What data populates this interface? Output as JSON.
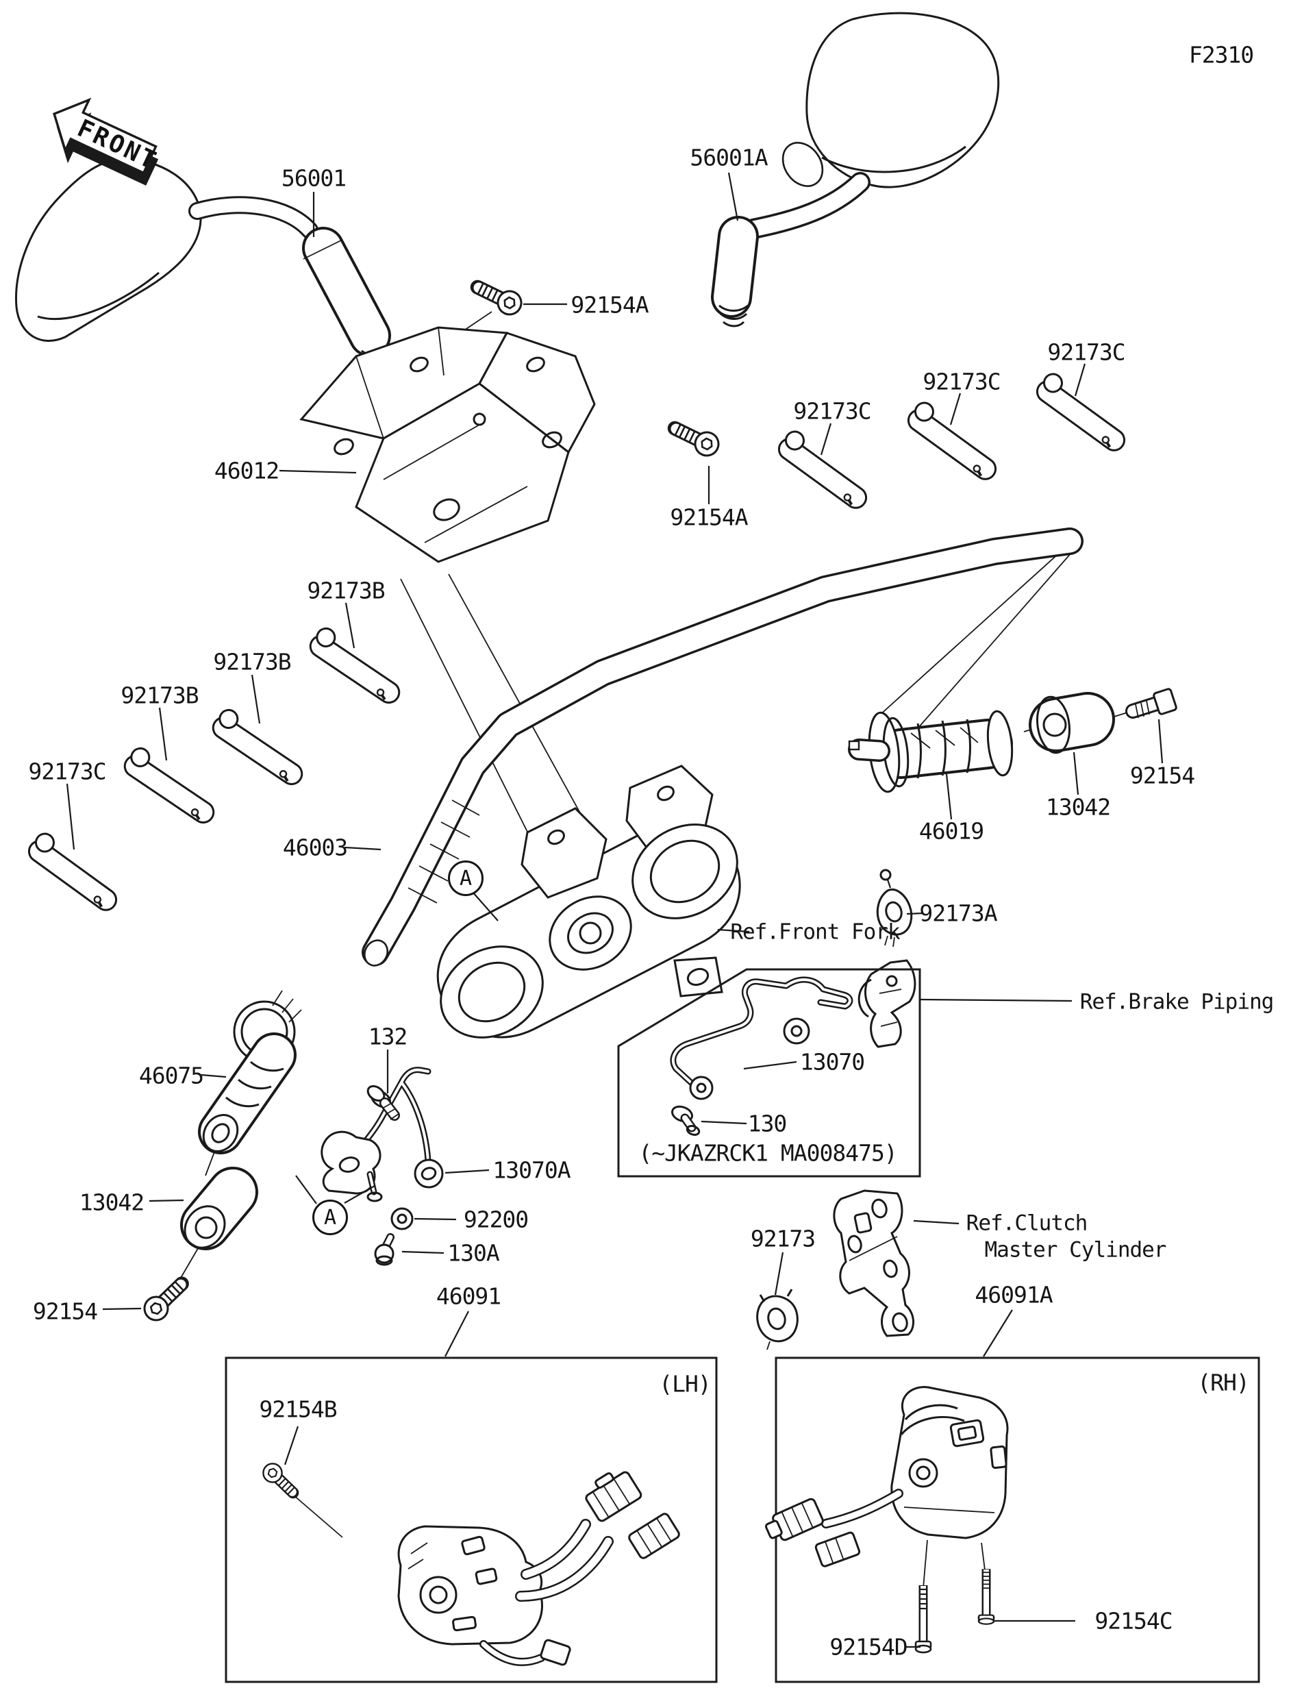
{
  "page": {
    "code": "F2310"
  },
  "front_marker": {
    "label": "FRONT"
  },
  "callouts": {
    "mirror_left": "56001",
    "mirror_right": "56001A",
    "screw_a1": "92154A",
    "screw_a2": "92154A",
    "clamp_c1": "92173C",
    "clamp_c2": "92173C",
    "clamp_c3": "92173C",
    "clamp_c4": "92173C",
    "holder": "46012",
    "clamp_b1": "92173B",
    "clamp_b2": "92173B",
    "clamp_b3": "92173B",
    "handlebar": "46003",
    "grip_right": "46019",
    "weight_right": "13042",
    "bolt_right": "92154",
    "clamp_a": "92173A",
    "grip_left": "46075",
    "bolt_132": "132",
    "bracket_13070": "13070",
    "bolt_130": "130",
    "note_vin": "(~JKAZRCK1 MA008475)",
    "bracket_13070a": "13070A",
    "washer": "92200",
    "bolt_130a": "130A",
    "weight_left": "13042",
    "bolt_left": "92154",
    "switch_lh": "46091",
    "switch_rh": "46091A",
    "clamp_92173": "92173",
    "screw_b": "92154B",
    "screw_d": "92154D",
    "screw_c": "92154C",
    "detail_a": "A"
  },
  "refs": {
    "front_fork": "Ref.Front Fork",
    "brake_piping": "Ref.Brake Piping",
    "clutch_line1": "Ref.Clutch",
    "clutch_line2": "Master Cylinder"
  },
  "boxes": {
    "lh": "(LH)",
    "rh": "(RH)"
  }
}
